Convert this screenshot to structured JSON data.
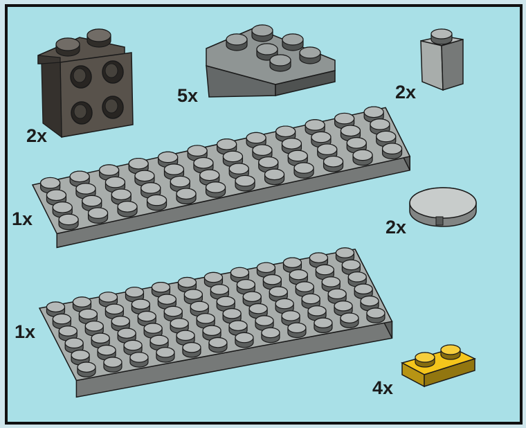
{
  "page": {
    "background_color": "#a9e0e7",
    "border_color": "#111111"
  },
  "parts": [
    {
      "name": "angle-bracket-1x2-2x2",
      "color": "#58524b",
      "quantity": "2x"
    },
    {
      "name": "slope-2x3-inverted",
      "color": "#8f9594",
      "quantity": "5x"
    },
    {
      "name": "brick-1x1",
      "color": "#a8adab",
      "quantity": "2x"
    },
    {
      "name": "plate-4x12",
      "color": "#a8adab",
      "quantity": "1x"
    },
    {
      "name": "round-tile-2x2",
      "color": "#c8cccb",
      "quantity": "2x"
    },
    {
      "name": "plate-6x12",
      "color": "#a8adab",
      "quantity": "1x"
    },
    {
      "name": "plate-1x2",
      "color": "#f4c51b",
      "quantity": "4x"
    }
  ]
}
